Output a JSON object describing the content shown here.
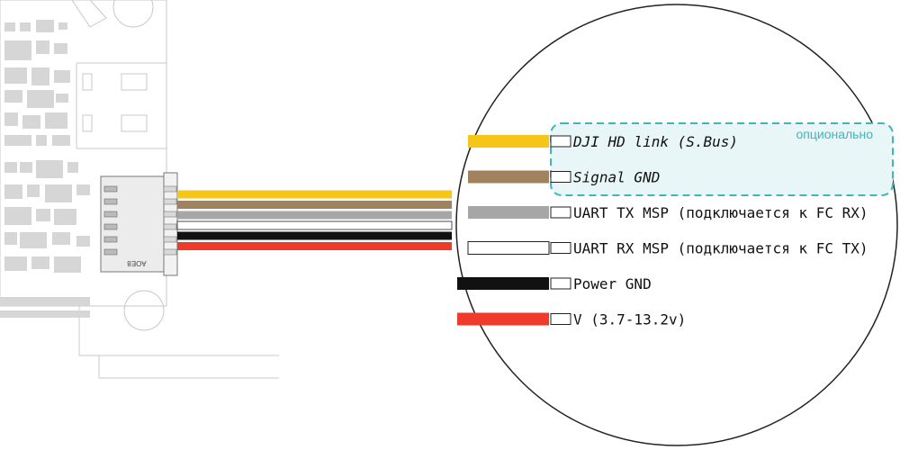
{
  "optional_label": "опционально",
  "connector_marking": "AOE8",
  "colors": {
    "yellow": "#f5c518",
    "brown": "#a0825e",
    "grey": "#a6a6a6",
    "white": "#ffffff",
    "black": "#111111",
    "red": "#ee3b2b",
    "optional_box_fill": "#e8f6f7",
    "optional_box_stroke": "#3fb6b8",
    "outline": "#222222"
  },
  "wires": [
    {
      "label": "DJI HD link (S.Bus)",
      "color": "#f5c518",
      "italic": true
    },
    {
      "label": "Signal GND",
      "color": "#a0825e",
      "italic": true
    },
    {
      "label": "UART TX MSP (подключается к FC RX)",
      "color": "#a6a6a6",
      "italic": false
    },
    {
      "label": "UART RX MSP (подключается к FC TX)",
      "color": "#ffffff",
      "italic": false
    },
    {
      "label": "Power GND",
      "color": "#111111",
      "italic": false
    },
    {
      "label": "V (3.7-13.2v)",
      "color": "#ee3b2b",
      "italic": false
    }
  ]
}
